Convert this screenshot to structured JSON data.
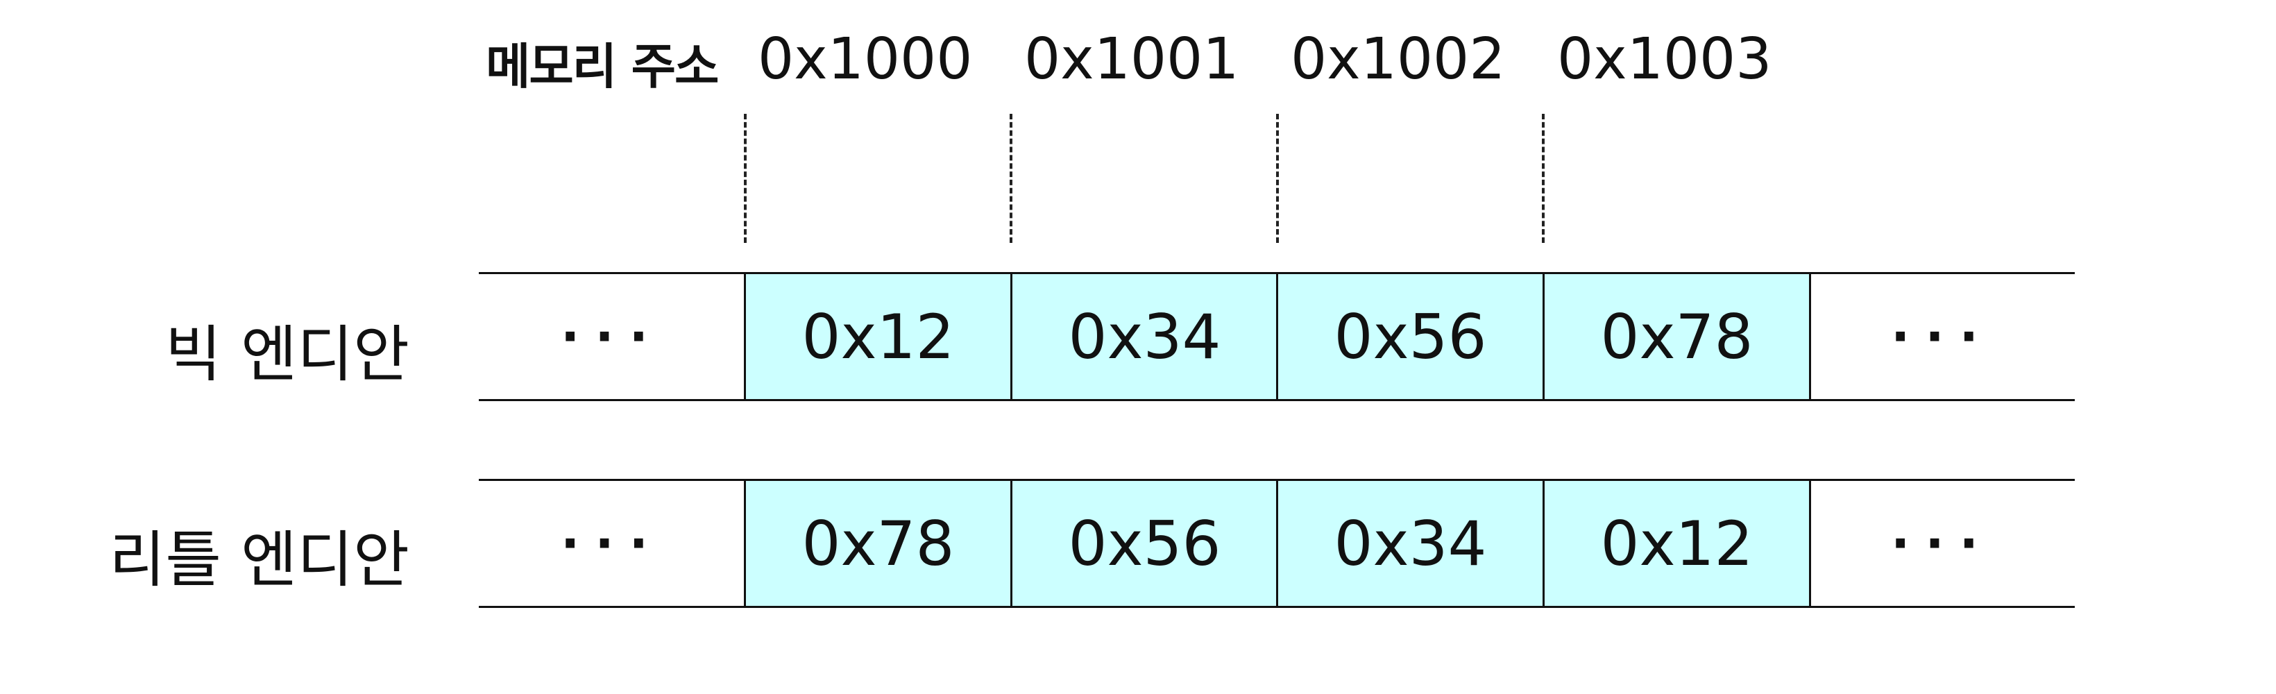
{
  "header": {
    "address_label": "메모리 주소",
    "addresses": [
      "0x1000",
      "0x1001",
      "0x1002",
      "0x1003"
    ]
  },
  "rows": [
    {
      "label": "빅 엔디안",
      "left_ellipsis": "···",
      "bytes": [
        "0x12",
        "0x34",
        "0x56",
        "0x78"
      ],
      "right_ellipsis": "···"
    },
    {
      "label": "리틀 엔디안",
      "left_ellipsis": "···",
      "bytes": [
        "0x78",
        "0x56",
        "0x34",
        "0x12"
      ],
      "right_ellipsis": "···"
    }
  ],
  "colors": {
    "byte_cell_fill": "#ccffff",
    "line": "#111111"
  }
}
